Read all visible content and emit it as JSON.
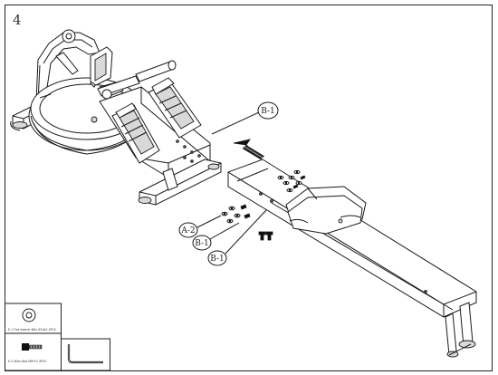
{
  "step_number": "4",
  "callouts": [
    {
      "id": "c1",
      "label": "B-1"
    },
    {
      "id": "c2",
      "label": "A-2"
    },
    {
      "id": "c3",
      "label": "B-1"
    },
    {
      "id": "c4",
      "label": "B-1"
    }
  ],
  "parts_box": {
    "washer_caption": "E-1 Flat washer  Φ8x Φ16x2   4PCS",
    "bolt_caption": "E-2 Allen Bolt   M8*15 4PCS"
  }
}
